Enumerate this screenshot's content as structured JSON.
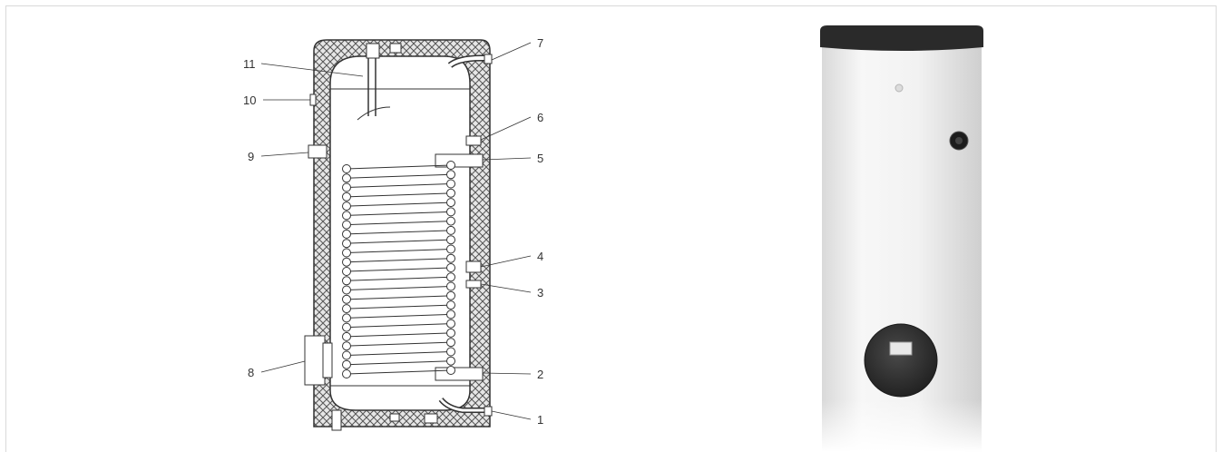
{
  "diagram": {
    "left_callouts": [
      {
        "label": "11"
      },
      {
        "label": "10"
      },
      {
        "label": "9"
      },
      {
        "label": "8"
      }
    ],
    "right_callouts": [
      {
        "label": "7"
      },
      {
        "label": "6"
      },
      {
        "label": "5"
      },
      {
        "label": "4"
      },
      {
        "label": "3"
      },
      {
        "label": "2"
      },
      {
        "label": "1"
      }
    ]
  },
  "colors": {
    "line": "#333333",
    "insulation_fill": "#d8d8d8",
    "tank_body": "#f2f2f2",
    "tank_cap": "#2a2a2a",
    "control_panel": "#3a3a3a"
  }
}
